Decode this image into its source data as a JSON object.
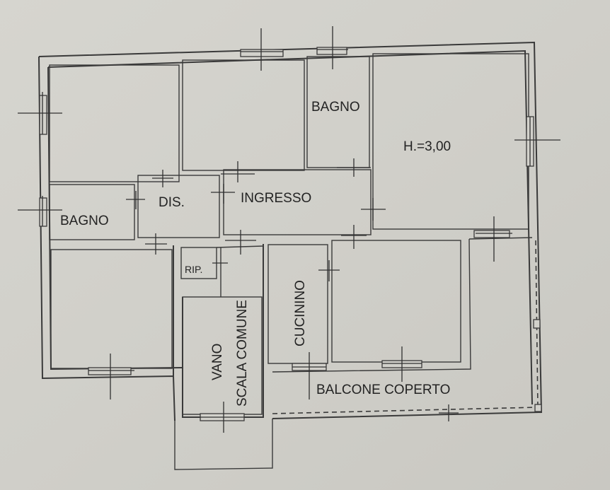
{
  "plan": {
    "rooms": [
      {
        "id": "bagno-upper",
        "label": "BAGNO"
      },
      {
        "id": "main-room",
        "label": "H.=3,00"
      },
      {
        "id": "bagno-left",
        "label": "BAGNO"
      },
      {
        "id": "disimpegno",
        "label": "DIS."
      },
      {
        "id": "ingresso",
        "label": "INGRESSO"
      },
      {
        "id": "ripostiglio",
        "label": "RIP."
      },
      {
        "id": "vano-scala-1",
        "label": "VANO"
      },
      {
        "id": "vano-scala-2",
        "label": "SCALA COMUNE"
      },
      {
        "id": "cucinino",
        "label": "CUCININO"
      },
      {
        "id": "balcone",
        "label": "BALCONE COPERTO"
      }
    ]
  }
}
